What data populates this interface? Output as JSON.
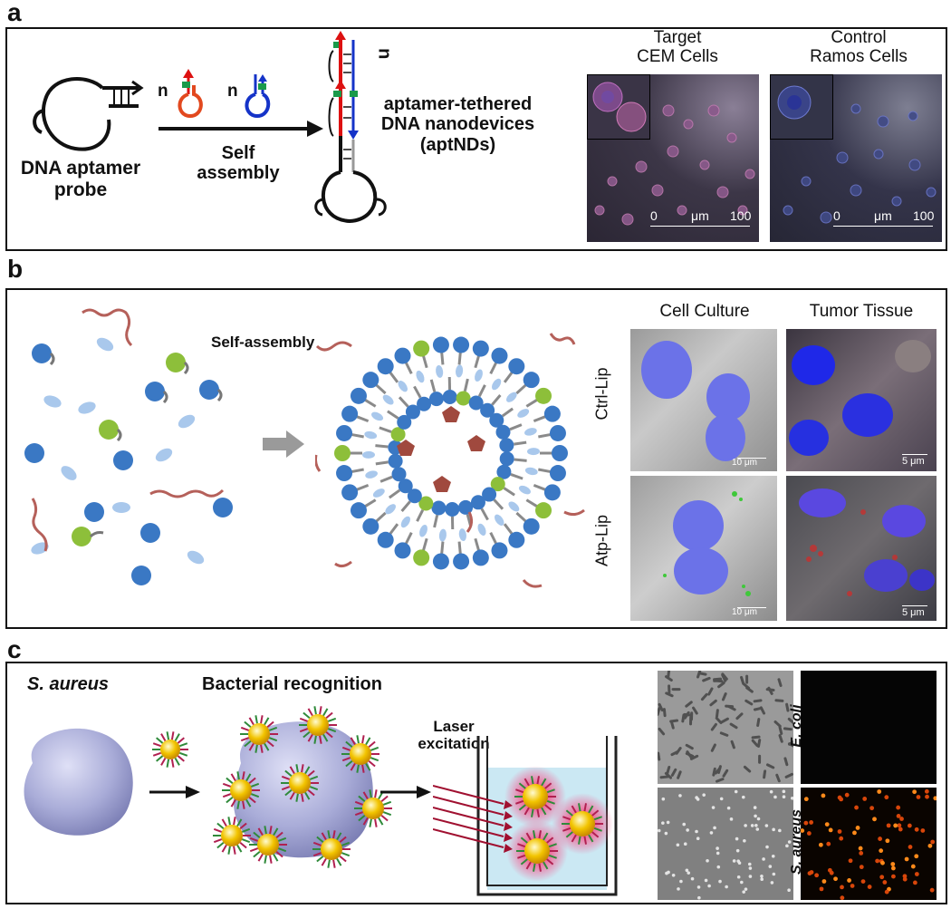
{
  "panels": {
    "a": {
      "label": "a",
      "probe_label_line1": "DNA aptamer",
      "probe_label_line2": "probe",
      "monomer_n1": "n",
      "monomer_n2": "n",
      "arrow_label_line1": "Self",
      "arrow_label_line2": "assembly",
      "stack_n": "n",
      "product_line1": "aptamer-tethered",
      "product_line2": "DNA nanodevices",
      "product_line3": "(aptNDs)",
      "micrographs": [
        {
          "title_line1": "Target",
          "title_line2": "CEM Cells",
          "scale_min": "0",
          "scale_unit": "μm",
          "scale_max": "100"
        },
        {
          "title_line1": "Control",
          "title_line2": "Ramos Cells",
          "scale_min": "0",
          "scale_unit": "μm",
          "scale_max": "100"
        }
      ]
    },
    "b": {
      "label": "b",
      "self_assembly": "Self-assembly",
      "col1": "Cell Culture",
      "col2": "Tumor Tissue",
      "row1": "Ctrl-Lip",
      "row2": "Atp-Lip",
      "scale_10um": "10 μm",
      "scale_5um": "5 μm"
    },
    "c": {
      "label": "c",
      "organism": "S. aureus",
      "recognition": "Bacterial recognition",
      "laser_line1": "Laser",
      "laser_line2": "excitation",
      "row1": "E. coli",
      "row2": "S. aureus"
    }
  },
  "colors": {
    "lipid_head": "#3a78c4",
    "lipid_green": "#8dbf3a",
    "lipid_light": "#a9c8ec",
    "aptamer_strand": "#b5605a",
    "bacterium": "#a9acd8",
    "nanoparticle": "#f2c400",
    "glow": "#f06a9a"
  }
}
